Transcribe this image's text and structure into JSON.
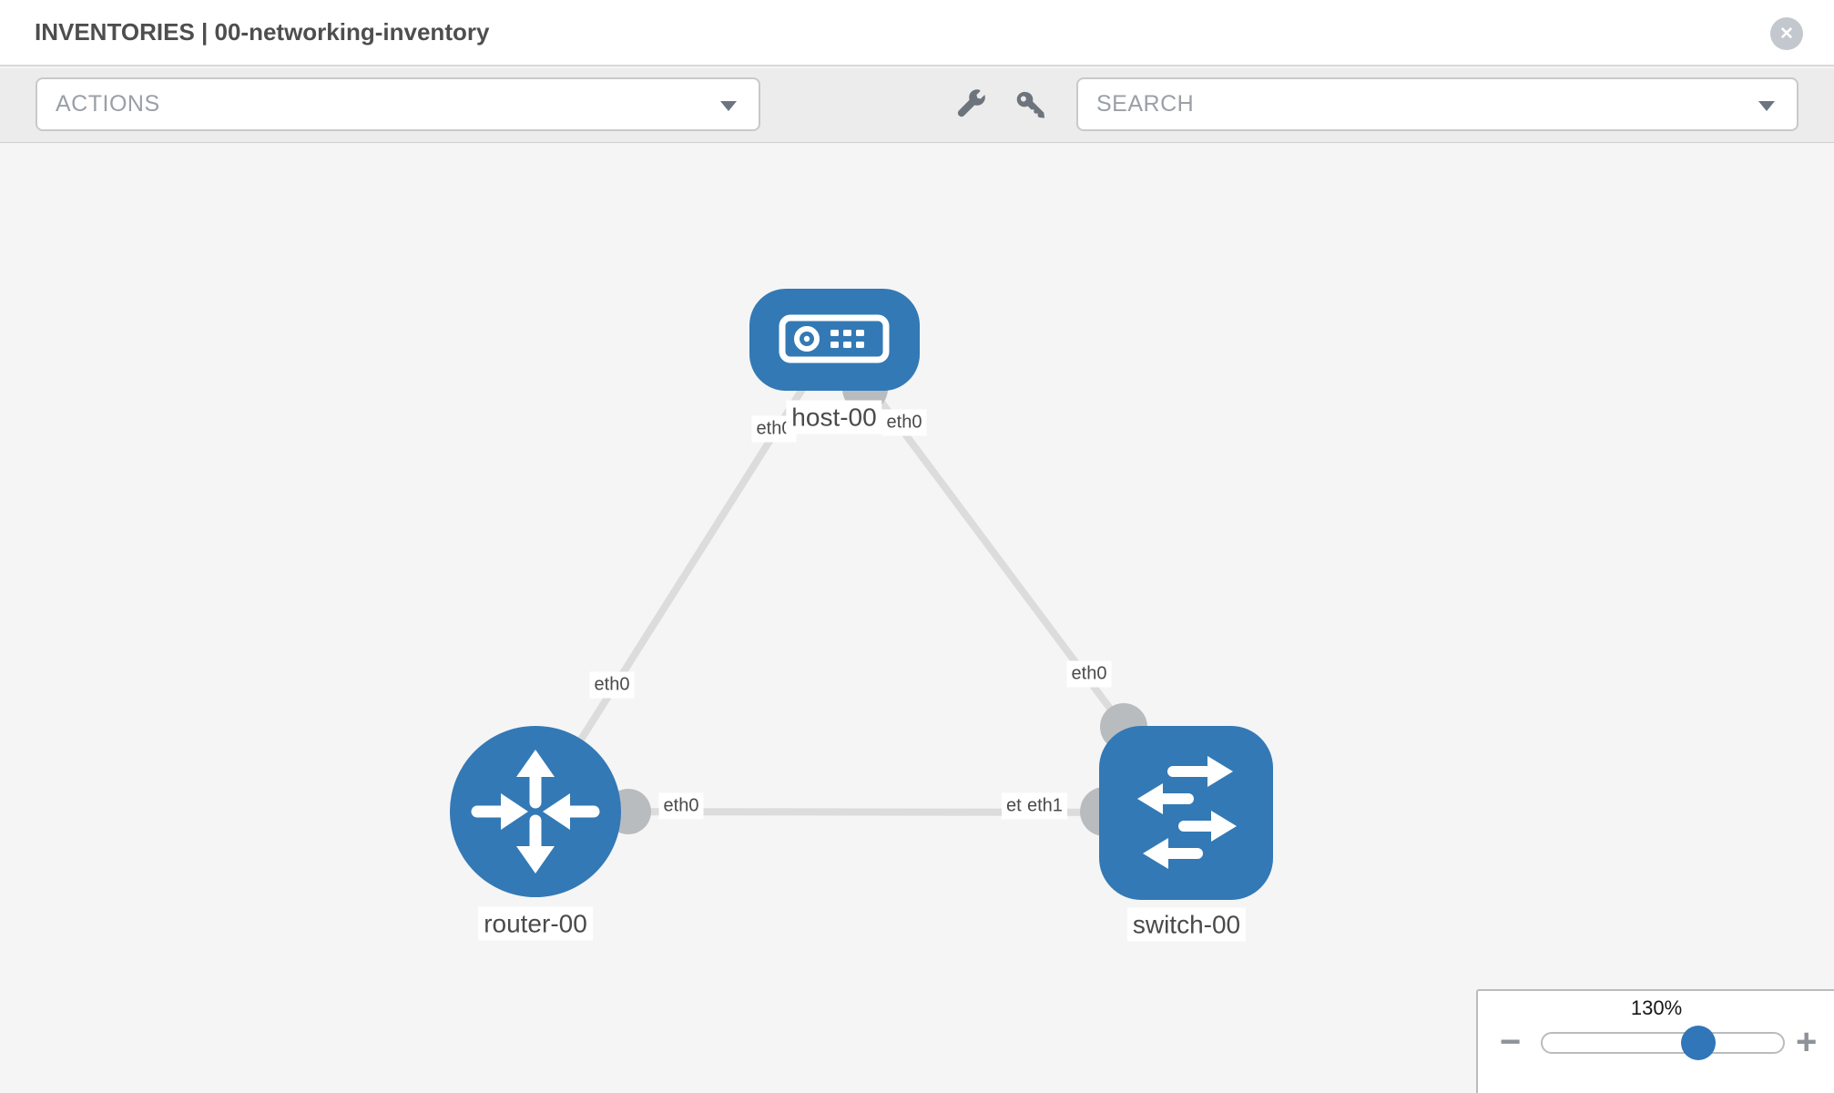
{
  "header": {
    "title": "INVENTORIES | 00-networking-inventory",
    "close_glyph": "✕"
  },
  "toolbar": {
    "actions_label": "ACTIONS",
    "search_label": "SEARCH",
    "icons": [
      "wrench-icon",
      "key-icon"
    ]
  },
  "graph": {
    "nodes": [
      {
        "id": "host-00",
        "label": "host-00",
        "type": "host",
        "shape": "rounded-rect"
      },
      {
        "id": "router-00",
        "label": "router-00",
        "type": "router",
        "shape": "circle"
      },
      {
        "id": "switch-00",
        "label": "switch-00",
        "type": "switch",
        "shape": "rounded-square"
      }
    ],
    "links": [
      {
        "from": "host-00",
        "from_interface": "eth0",
        "to": "router-00",
        "to_interface": "eth0"
      },
      {
        "from": "host-00",
        "from_interface": "eth0",
        "to": "switch-00",
        "to_interface": "eth0"
      },
      {
        "from": "router-00",
        "from_interface": "eth0",
        "to": "switch-00",
        "to_interface": "eth1"
      }
    ],
    "interface_labels": [
      {
        "text": "eth0"
      },
      {
        "text": "eth0"
      },
      {
        "text": "eth0"
      },
      {
        "text": "eth0"
      },
      {
        "text": "eth0"
      },
      {
        "text": "eth0"
      },
      {
        "text": "eth1"
      }
    ]
  },
  "zoom_control": {
    "level": "130%",
    "minus_glyph": "−",
    "plus_glyph": "+",
    "slider_percent": 65
  },
  "colors": {
    "node_blue": "#3379b5",
    "link_gray": "#dcdcdc",
    "connector_gray": "#b9bcbf",
    "thumb_blue": "#3076b8"
  }
}
